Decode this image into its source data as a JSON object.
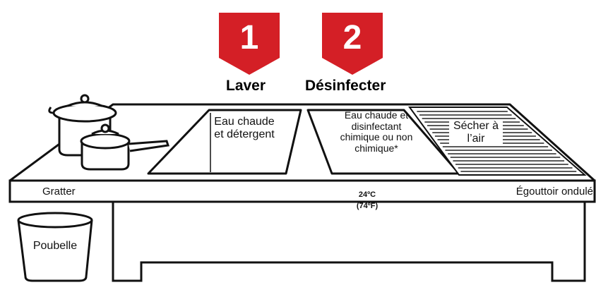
{
  "steps": [
    {
      "number": "1",
      "title": "Laver"
    },
    {
      "number": "2",
      "title": "Désinfecter"
    }
  ],
  "sinks": {
    "wash": "Eau chaude et détergent",
    "sanitize": "Eau chaude et disinfectant chimique ou non chimique*",
    "dry": "Sécher à l’air"
  },
  "labels": {
    "scrape": "Gratter",
    "trash": "Poubelle",
    "temp_c": "24ºC",
    "temp_f": "(74ºF)",
    "drainboard": "Égouttoir ondulé"
  },
  "colors": {
    "badge": "#d41f26",
    "line": "#111111"
  }
}
